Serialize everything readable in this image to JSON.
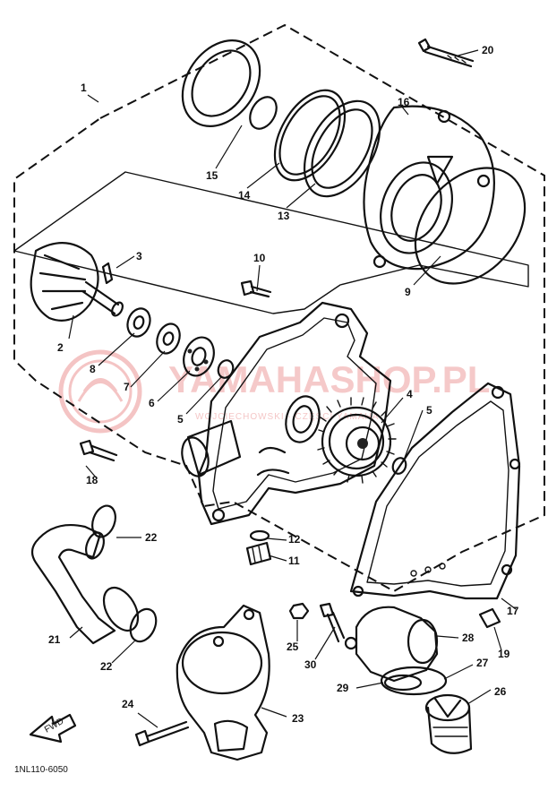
{
  "diagram": {
    "drawing_code": "1NL110-6050",
    "group_label": "1",
    "callouts": [
      "20",
      "16",
      "15",
      "14",
      "13",
      "9",
      "3",
      "10",
      "2",
      "8",
      "7",
      "6",
      "5",
      "4",
      "5",
      "18",
      "22",
      "12",
      "11",
      "21",
      "22",
      "25",
      "30",
      "28",
      "19",
      "17",
      "27",
      "29",
      "26",
      "24",
      "23"
    ],
    "watermark": {
      "main": "YAMAHASHOP.PL",
      "sub": "WOJCIECHOWSKI · CZĘŚCI YAMAHA"
    },
    "arrow_label": "FWD"
  }
}
